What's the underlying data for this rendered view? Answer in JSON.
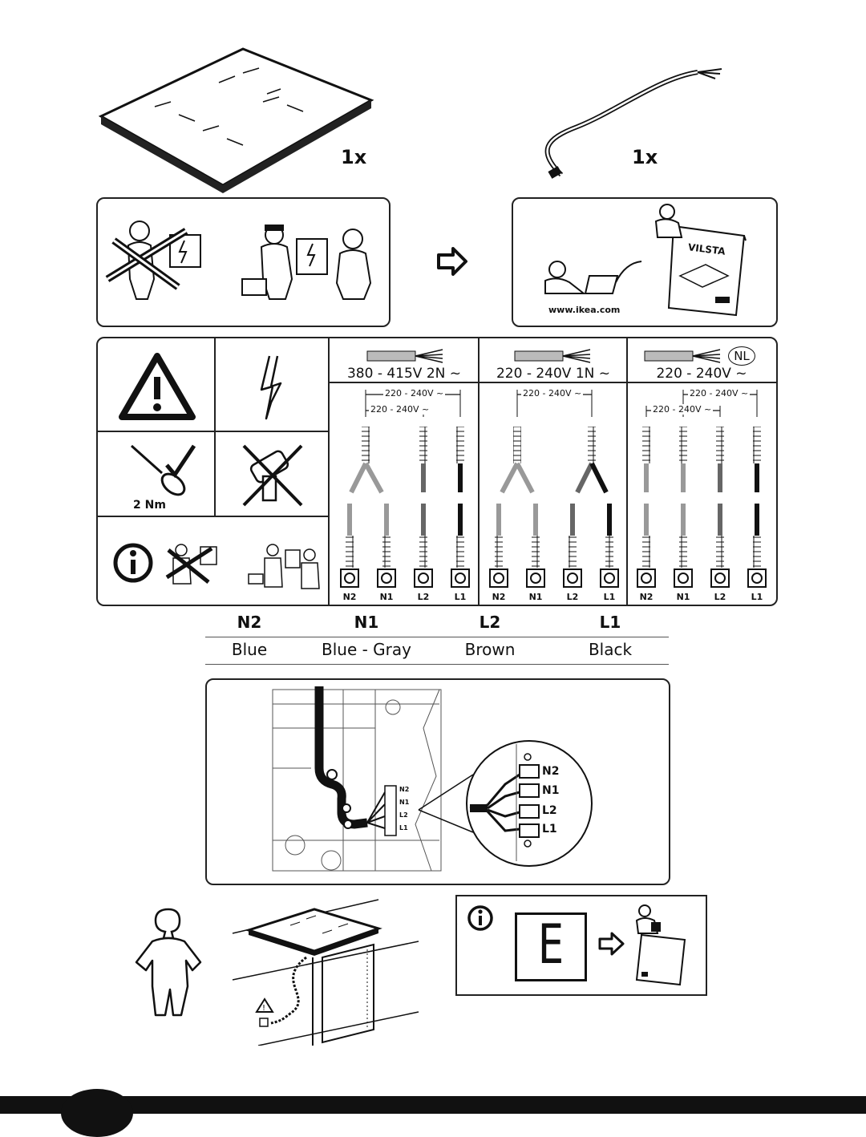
{
  "parts": {
    "hob_quantity": "1x",
    "cable_quantity": "1x"
  },
  "safety": {
    "website": "www.ikea.com",
    "manual_title": "VILSTA"
  },
  "wiring": {
    "torque": "2 Nm",
    "nl_badge": "NL",
    "configs": [
      {
        "voltage": "380 - 415V 2N ~",
        "sub_voltages": [
          "220 - 240V ~",
          "220 - 240V ~"
        ],
        "terminals": [
          "N2",
          "N1",
          "L2",
          "L1"
        ]
      },
      {
        "voltage": "220 - 240V 1N ~",
        "sub_voltages": [
          "220 - 240V ~"
        ],
        "terminals": [
          "N2",
          "N1",
          "L2",
          "L1"
        ]
      },
      {
        "voltage": "220 - 240V ~",
        "sub_voltages": [
          "220 - 240V ~",
          "220 - 240V ~"
        ],
        "terminals": [
          "N2",
          "N1",
          "L2",
          "L1"
        ]
      }
    ]
  },
  "color_table": {
    "headers": [
      "N2",
      "N1",
      "L2",
      "L1"
    ],
    "colors": [
      "Blue",
      "Blue - Gray",
      "Brown",
      "Black"
    ]
  },
  "terminal_block": {
    "small_labels": [
      "N2",
      "N1",
      "L2",
      "L1"
    ],
    "zoom_labels": [
      "N2",
      "N1",
      "L2",
      "L1"
    ]
  },
  "error_display": {
    "code": "E"
  }
}
